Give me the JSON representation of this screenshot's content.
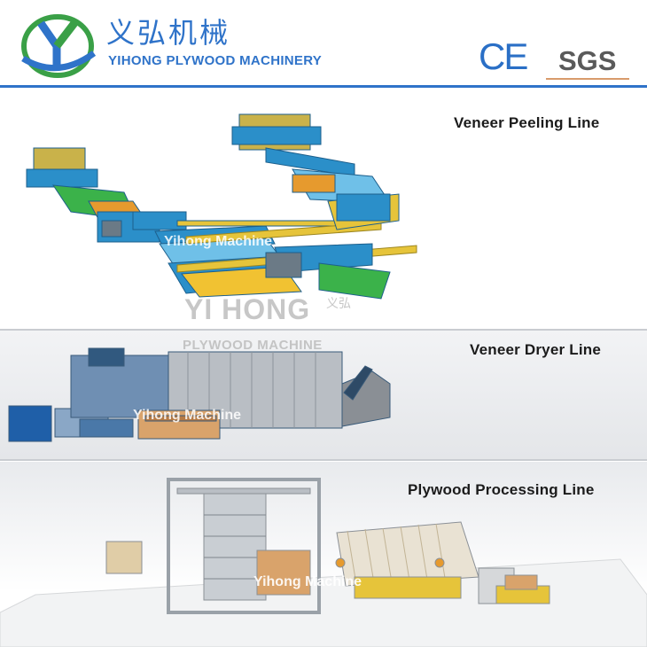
{
  "header": {
    "brand_cn": "义弘机械",
    "brand_en": "YIHONG PLYWOOD MACHINERY",
    "cert_ce": "CE",
    "cert_sgs": "SGS"
  },
  "sections": [
    {
      "title": "Veneer Peeling Line",
      "watermark": "Yihong Machine"
    },
    {
      "title": "Veneer Dryer Line",
      "watermark": "Yihong Machine"
    },
    {
      "title": "Plywood Processing Line",
      "watermark": "Yihong Machine"
    }
  ],
  "watermark_main": {
    "big": "YI HONG",
    "cn": "义弘",
    "sub": "PLYWOOD MACHINE"
  },
  "colors": {
    "brand_blue": "#2f73c9",
    "brand_green": "#3aa047",
    "machine_blue": "#2b8fc9",
    "machine_yellow": "#e6c43a"
  }
}
